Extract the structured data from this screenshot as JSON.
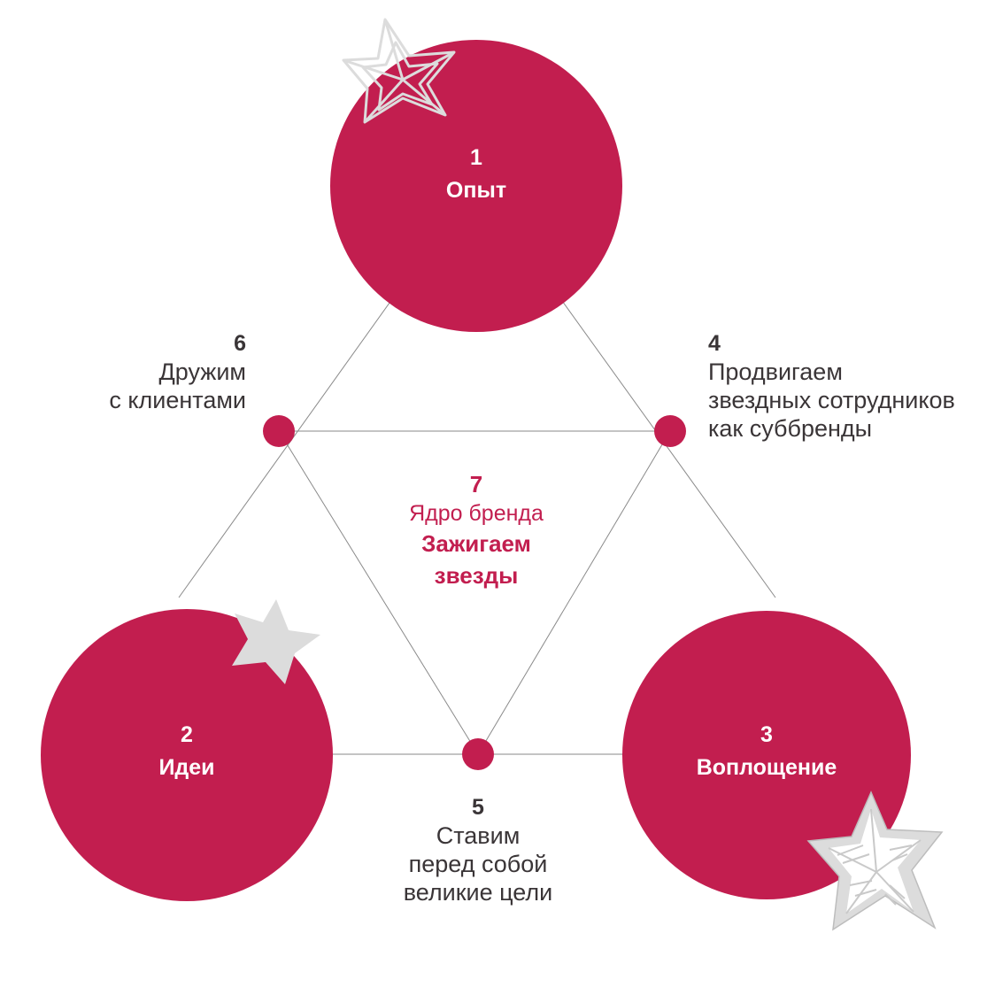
{
  "colors": {
    "accent": "#c21e4f",
    "line": "#8a8a8a",
    "star": "#dcdcdc"
  },
  "nodes": {
    "n1": {
      "num": "1",
      "label": "Опыт"
    },
    "n2": {
      "num": "2",
      "label": "Идеи"
    },
    "n3": {
      "num": "3",
      "label": "Воплощение"
    }
  },
  "points": {
    "p4": {
      "num": "4",
      "lines": [
        "Продвигаем",
        "звездных сотрудников",
        "как суббренды"
      ]
    },
    "p5": {
      "num": "5",
      "lines": [
        "Ставим",
        "перед собой",
        "великие цели"
      ]
    },
    "p6": {
      "num": "6",
      "lines": [
        "Дружим",
        "с клиентами"
      ]
    }
  },
  "core": {
    "num": "7",
    "subtitle": "Ядро бренда",
    "lines": [
      "Зажигаем",
      "звезды"
    ]
  },
  "icons": [
    "outline-star-icon",
    "solid-star-icon",
    "patterned-star-icon"
  ]
}
